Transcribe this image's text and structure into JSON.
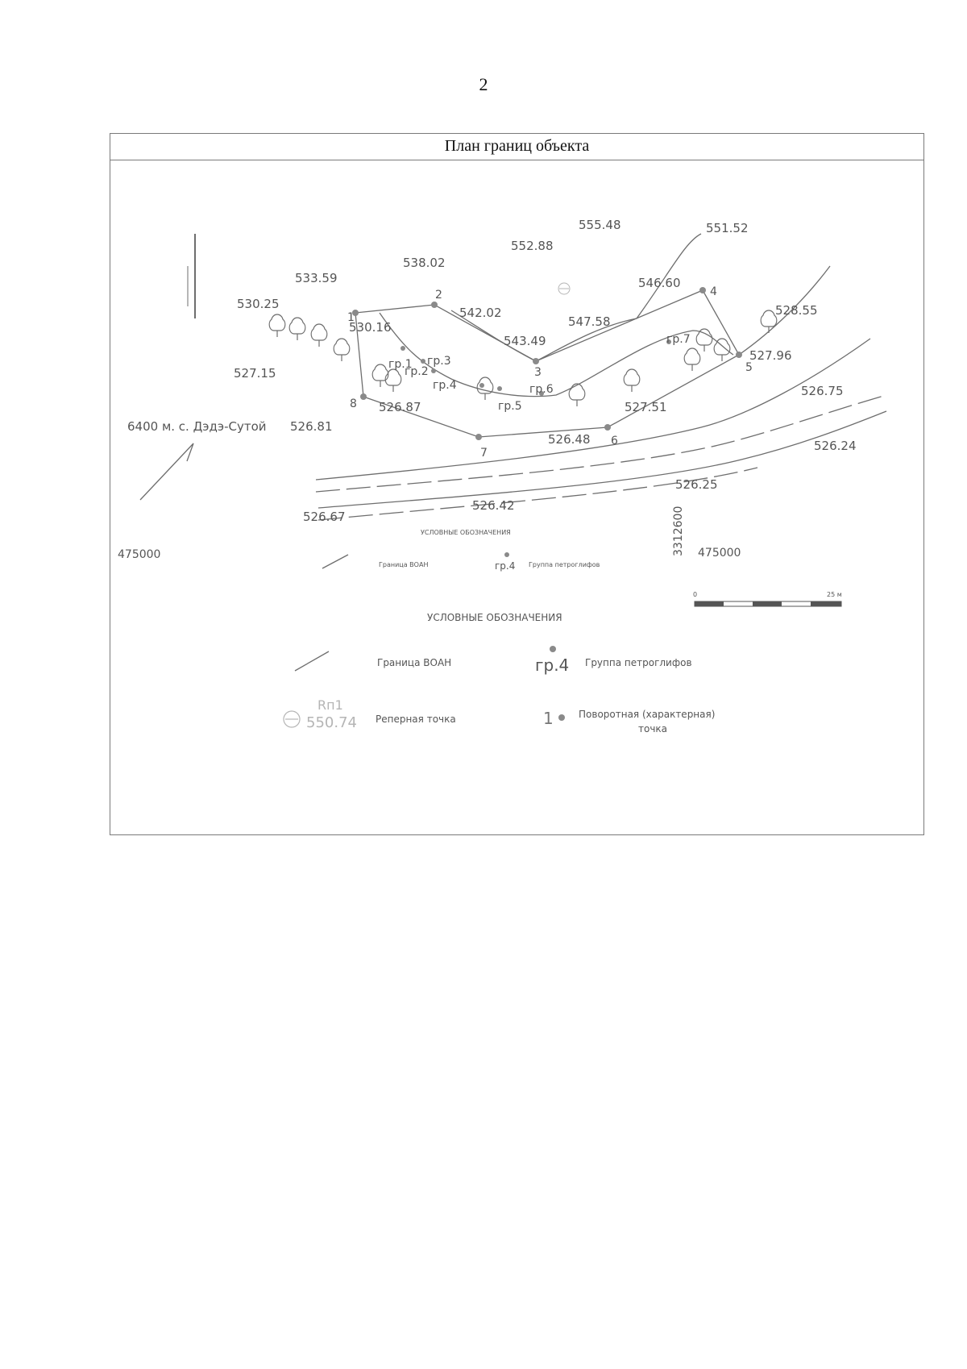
{
  "page_number": "2",
  "title": "План границ объекта",
  "elevations": [
    {
      "label": "555.48"
    },
    {
      "label": "551.52"
    },
    {
      "label": "552.88"
    },
    {
      "label": "538.02"
    },
    {
      "label": "533.59"
    },
    {
      "label": "546.60"
    },
    {
      "label": "530.25"
    },
    {
      "label": "542.02"
    },
    {
      "label": "547.58"
    },
    {
      "label": "528.55"
    },
    {
      "label": "530.16"
    },
    {
      "label": "543.49"
    },
    {
      "label": "527.96"
    },
    {
      "label": "527.15"
    },
    {
      "label": "526.75"
    },
    {
      "label": "526.87"
    },
    {
      "label": "527.51"
    },
    {
      "label": "526.81"
    },
    {
      "label": "526.48"
    },
    {
      "label": "526.24"
    },
    {
      "label": "526.25"
    },
    {
      "label": "526.42"
    },
    {
      "label": "526.67"
    }
  ],
  "boundary_points": [
    "1",
    "2",
    "3",
    "4",
    "5",
    "6",
    "7",
    "8"
  ],
  "petroglyph_groups": [
    "гр.1",
    "гр.2",
    "гр.3",
    "гр.4",
    "гр.5",
    "гр.6",
    "гр.7"
  ],
  "place_label": "6400 м. с. Дэдэ-Сутой",
  "coords": {
    "left": "475000",
    "right": "475000",
    "vertical": "3312600"
  },
  "small_legend": {
    "title": "УСЛОВНЫЕ ОБОЗНАЧЕНИЯ",
    "boundary": "Граница ВОАН",
    "group_sym": "гр.4",
    "group": "Группа петроглифов"
  },
  "scale": {
    "start": "0",
    "end": "25 м"
  },
  "legend": {
    "title": "УСЛОВНЫЕ ОБОЗНАЧЕНИЯ",
    "boundary": "Граница ВОАН",
    "group_sym": "гр.4",
    "group": "Группа петроглифов",
    "benchmark_top": "Rп1",
    "benchmark_value": "550.74",
    "benchmark": "Реперная точка",
    "turn_num": "1",
    "turn_line1": "Поворотная (характерная)",
    "turn_line2": "точка"
  },
  "colors": {
    "line": "#6e6e6e",
    "text": "#555555",
    "faint": "#b5b5b5"
  }
}
